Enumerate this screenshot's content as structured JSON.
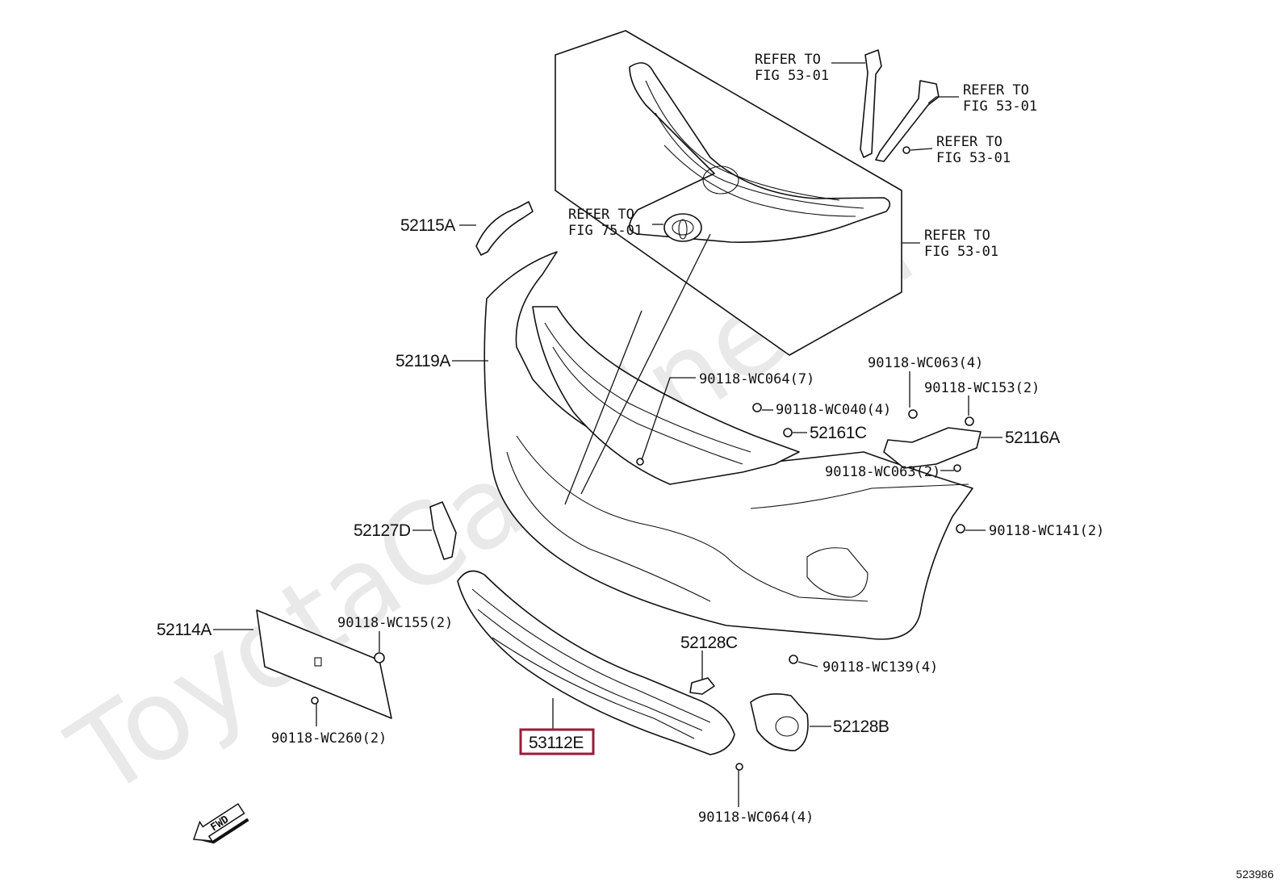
{
  "watermark": "ToyotaCarMine.ru",
  "page_id": "523986",
  "direction_indicator": "FWD",
  "highlight_color": "#9b1b3a",
  "callouts": {
    "refer_grille_top1": [
      "REFER TO",
      "FIG 53-01"
    ],
    "refer_grille_top2": [
      "REFER TO",
      "FIG 53-01"
    ],
    "refer_screw": [
      "REFER TO",
      "FIG 53-01"
    ],
    "refer_grille_right": [
      "REFER TO",
      "FIG 53-01"
    ],
    "refer_emblem": [
      "REFER TO",
      "FIG 75-01"
    ]
  },
  "parts": {
    "p52115A": "52115A",
    "p52119A": "52119A",
    "p90118_WC064_7": "90118-WC064(7)",
    "p90118_WC063_4": "90118-WC063(4)",
    "p90118_WC153_2": "90118-WC153(2)",
    "p90118_WC040_4": "90118-WC040(4)",
    "p52161C": "52161C",
    "p52116A": "52116A",
    "p90118_WC063_2": "90118-WC063(2)",
    "p90118_WC141_2": "90118-WC141(2)",
    "p52127D": "52127D",
    "p52114A": "52114A",
    "p90118_WC155_2": "90118-WC155(2)",
    "p52128C": "52128C",
    "p90118_WC139_4": "90118-WC139(4)",
    "p52128B": "52128B",
    "p53112E": "53112E",
    "p90118_WC260_2": "90118-WC260(2)",
    "p90118_WC064_4": "90118-WC064(4)"
  }
}
